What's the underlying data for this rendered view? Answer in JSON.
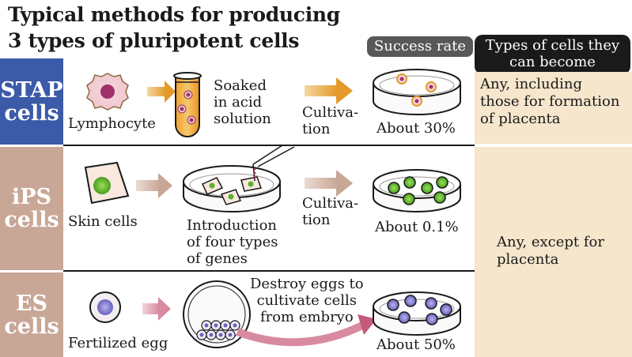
{
  "title": {
    "line1": "Typical methods for producing",
    "line2": "3 types of pluripotent cells"
  },
  "headers": {
    "success_rate": "Success rate",
    "types_line1": "Types of cells they",
    "types_line2": "can become"
  },
  "rows": {
    "stap": {
      "label_line1": "STAP",
      "label_line2": "cells",
      "color": "#3b5aa8",
      "source": "Lymphocyte",
      "process_line1": "Soaked",
      "process_line2": "in acid",
      "process_line3": "solution",
      "cultivate_line1": "Cultiva-",
      "cultivate_line2": "tion",
      "rate": "About 30%",
      "types_line1": "Any, including",
      "types_line2": "those for formation",
      "types_line3": "of placenta"
    },
    "ips": {
      "label_line1": "iPS",
      "label_line2": "cells",
      "color": "#c8a796",
      "source": "Skin cells",
      "process_line1": "Introduction",
      "process_line2": "of four types",
      "process_line3": "of genes",
      "cultivate_line1": "Cultiva-",
      "cultivate_line2": "tion",
      "rate": "About 0.1%"
    },
    "es": {
      "label_line1": "ES",
      "label_line2": "cells",
      "color": "#c8a796",
      "source": "Fertilized egg",
      "process_line1": "Destroy eggs to",
      "process_line2": "cultivate cells",
      "process_line3": "from embryo",
      "rate": "About 50%"
    }
  },
  "shared_types": {
    "line1": "Any, except for",
    "line2": "placenta"
  },
  "colors": {
    "stap_arrow": "#e39a2a",
    "ips_arrow": "#c8a796",
    "es_arrow": "#d88aa0",
    "types_bg": "#f5e6cc"
  }
}
